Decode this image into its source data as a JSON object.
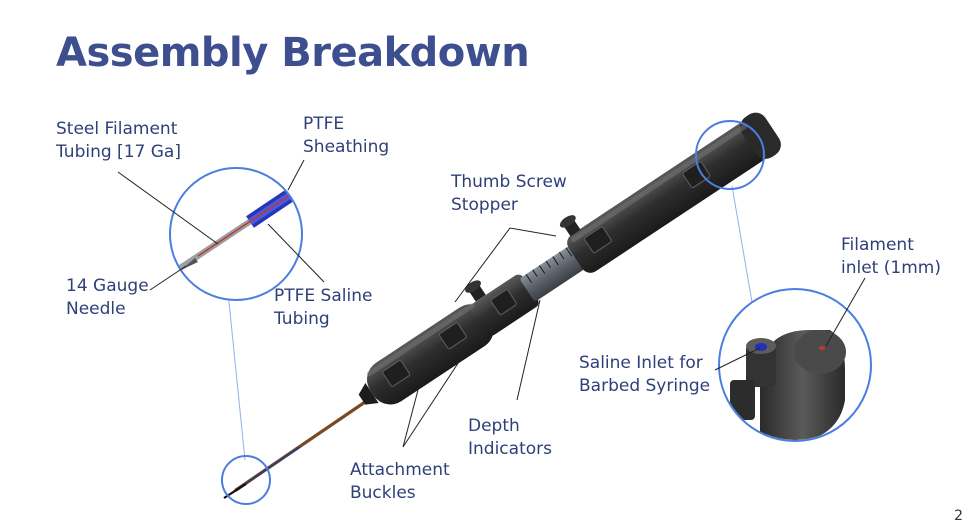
{
  "title": "Assembly Breakdown",
  "page_number": "2",
  "labels": {
    "steel_filament": [
      "Steel Filament",
      "Tubing [17 Ga]"
    ],
    "ptfe_sheathing": [
      "PTFE",
      "Sheathing"
    ],
    "needle": [
      "14 Gauge",
      "Needle"
    ],
    "ptfe_saline": [
      "PTFE Saline",
      "Tubing"
    ],
    "thumb_screw": [
      "Thumb Screw",
      "Stopper"
    ],
    "filament_inlet": [
      "Filament",
      "inlet (1mm)"
    ],
    "saline_inlet": [
      "Saline Inlet for",
      "Barbed Syringe"
    ],
    "depth": [
      "Depth",
      "Indicators"
    ],
    "buckles": [
      "Attachment",
      "Buckles"
    ]
  },
  "colors": {
    "title": "#3d4f8f",
    "label": "#2f3f78",
    "callout_circle": "#4a7fe0",
    "body": "#2b2b2b"
  }
}
